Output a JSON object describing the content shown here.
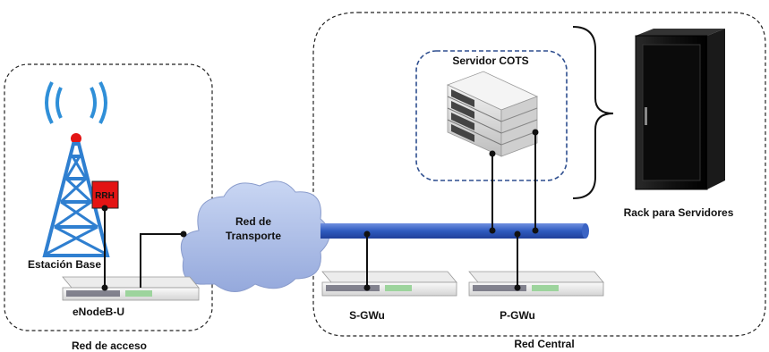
{
  "diagram": {
    "regions": {
      "access": "Red de acceso",
      "core": "Red Central"
    },
    "labels": {
      "cots_server": "Servidor COTS",
      "rrh": "RRH",
      "base_station": "Estación Base",
      "enodeb": "eNodeB-U",
      "transport_line1": "Red de",
      "transport_line2": "Transporte",
      "sgw": "S-GWu",
      "pgw": "P-GWu",
      "rack": "Rack para Servidores"
    },
    "colors": {
      "tower": "#2f7fd0",
      "rrh": "#e31414",
      "cloud": "#aebfe6",
      "bus": "#2f5bbf",
      "cots_border": "#2f4f8f"
    },
    "icons": [
      "antenna-tower-icon",
      "rrh-icon",
      "switch-icon",
      "cloud-icon",
      "server-stack-icon",
      "server-rack-icon"
    ]
  }
}
